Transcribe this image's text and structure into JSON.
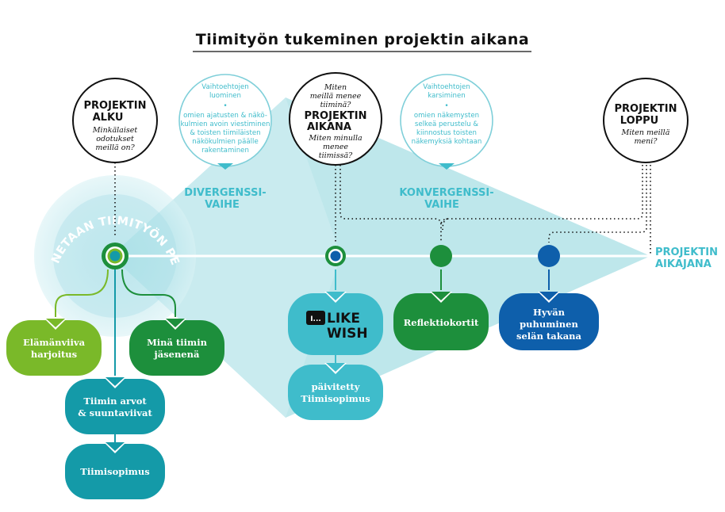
{
  "title": "Tiimityön tukeminen projektin aikana",
  "phases": {
    "start": {
      "heading_line1": "PROJEKTIN",
      "heading_line2": "ALKU",
      "question": [
        "Minkälaiset",
        "odotukset",
        "meillä on?"
      ]
    },
    "during": {
      "question_top": [
        "Miten",
        "meillä menee",
        "tiiminä?"
      ],
      "heading_line1": "PROJEKTIN",
      "heading_line2": "AIKANA",
      "question_bottom": [
        "Miten minulla",
        "menee",
        "tiimissä?"
      ]
    },
    "end": {
      "heading_line1": "PROJEKTIN",
      "heading_line2": "LOPPU",
      "question": [
        "Miten meillä",
        "meni?"
      ]
    }
  },
  "divergent": {
    "bubble_lines": [
      "Vaihtoehtojen",
      "luominen",
      "•",
      "omien ajatusten & näkö-",
      "kulmien avoin viestiminen",
      "& toisten tiimiläisten",
      "näkökulmien päälle",
      "rakentaminen"
    ],
    "label_line1": "DIVERGENSSI-",
    "label_line2": "VAIHE"
  },
  "convergent": {
    "bubble_lines": [
      "Vaihtoehtojen",
      "karsiminen",
      "•",
      "omien näkemysten",
      "selkeä perustelu &",
      "kiinnostus toisten",
      "näkemyksiä kohtaan"
    ],
    "label_line1": "KONVERGENSSI-",
    "label_line2": "VAIHE"
  },
  "foundation_label": "RAKENNETAAN TIIMITYÖN PERUSTA",
  "timeline_label_line1": "PROJEKTIN",
  "timeline_label_line2": "AIKAJANA",
  "cards": {
    "elamanviiva": [
      "Elämänviiva",
      "harjoitus"
    ],
    "mina_tiimin": [
      "Minä tiimin",
      "jäsenenä"
    ],
    "tiimin_arvot": [
      "Tiimin arvot",
      "& suuntaviivat"
    ],
    "tiimisopimus": [
      "Tiimisopimus"
    ],
    "like_wish": {
      "badge": "I...",
      "line1": "LIKE",
      "line2": "WISH"
    },
    "paivitetty": [
      "päivitetty",
      "Tiimisopimus"
    ],
    "reflektio": [
      "Reflektiokortit"
    ],
    "hyvan": [
      "Hyvän",
      "puhuminen",
      "selän takana"
    ]
  },
  "colors": {
    "teal_dark": "#149aa8",
    "teal_light": "#3fbccb",
    "teal_pale": "#cdeef2",
    "green_light": "#7ab929",
    "green_dark": "#1d8f3c",
    "blue": "#0e5fab",
    "black": "#111111"
  }
}
